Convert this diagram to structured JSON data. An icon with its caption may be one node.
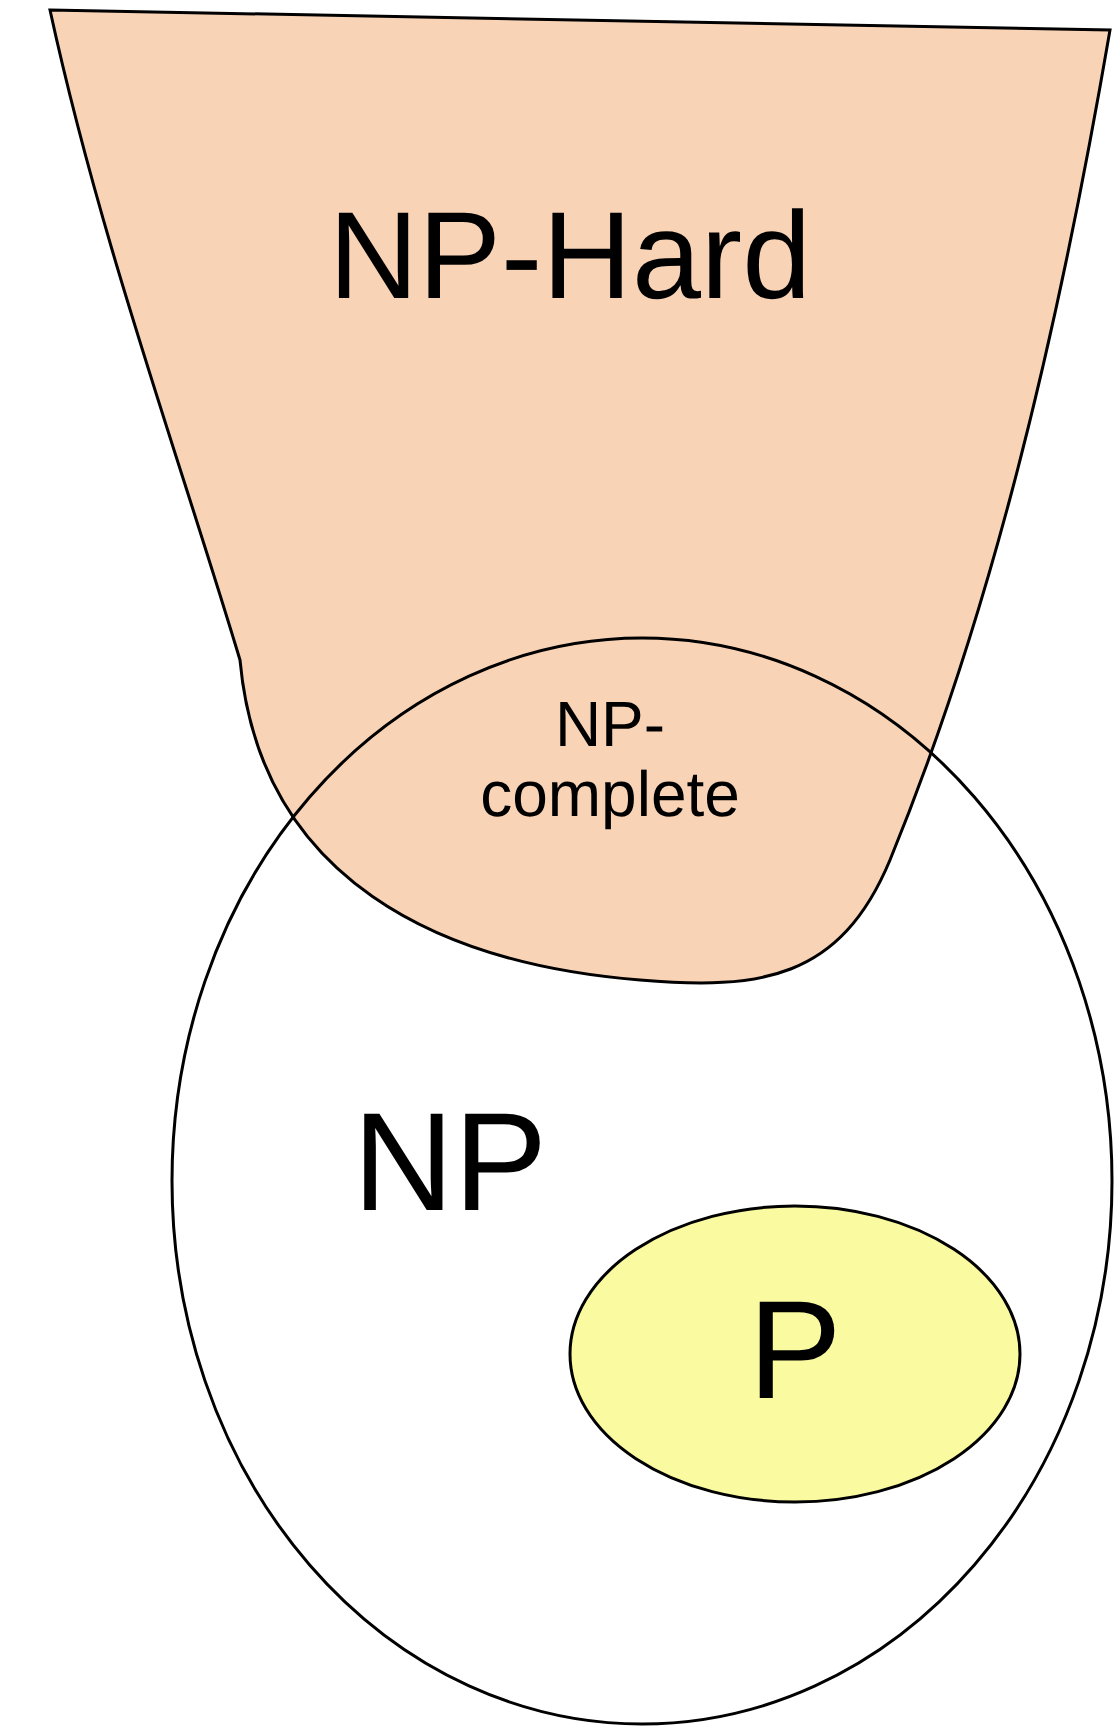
{
  "diagram": {
    "nodes": [
      {
        "text": [
          "NP-Hard"
        ]
      },
      {
        "text": [
          "NP"
        ]
      },
      {
        "text": [
          "P"
        ],
        "in": 1
      }
    ],
    "edges": [],
    "labels": [
      "NP-complete"
    ]
  }
}
